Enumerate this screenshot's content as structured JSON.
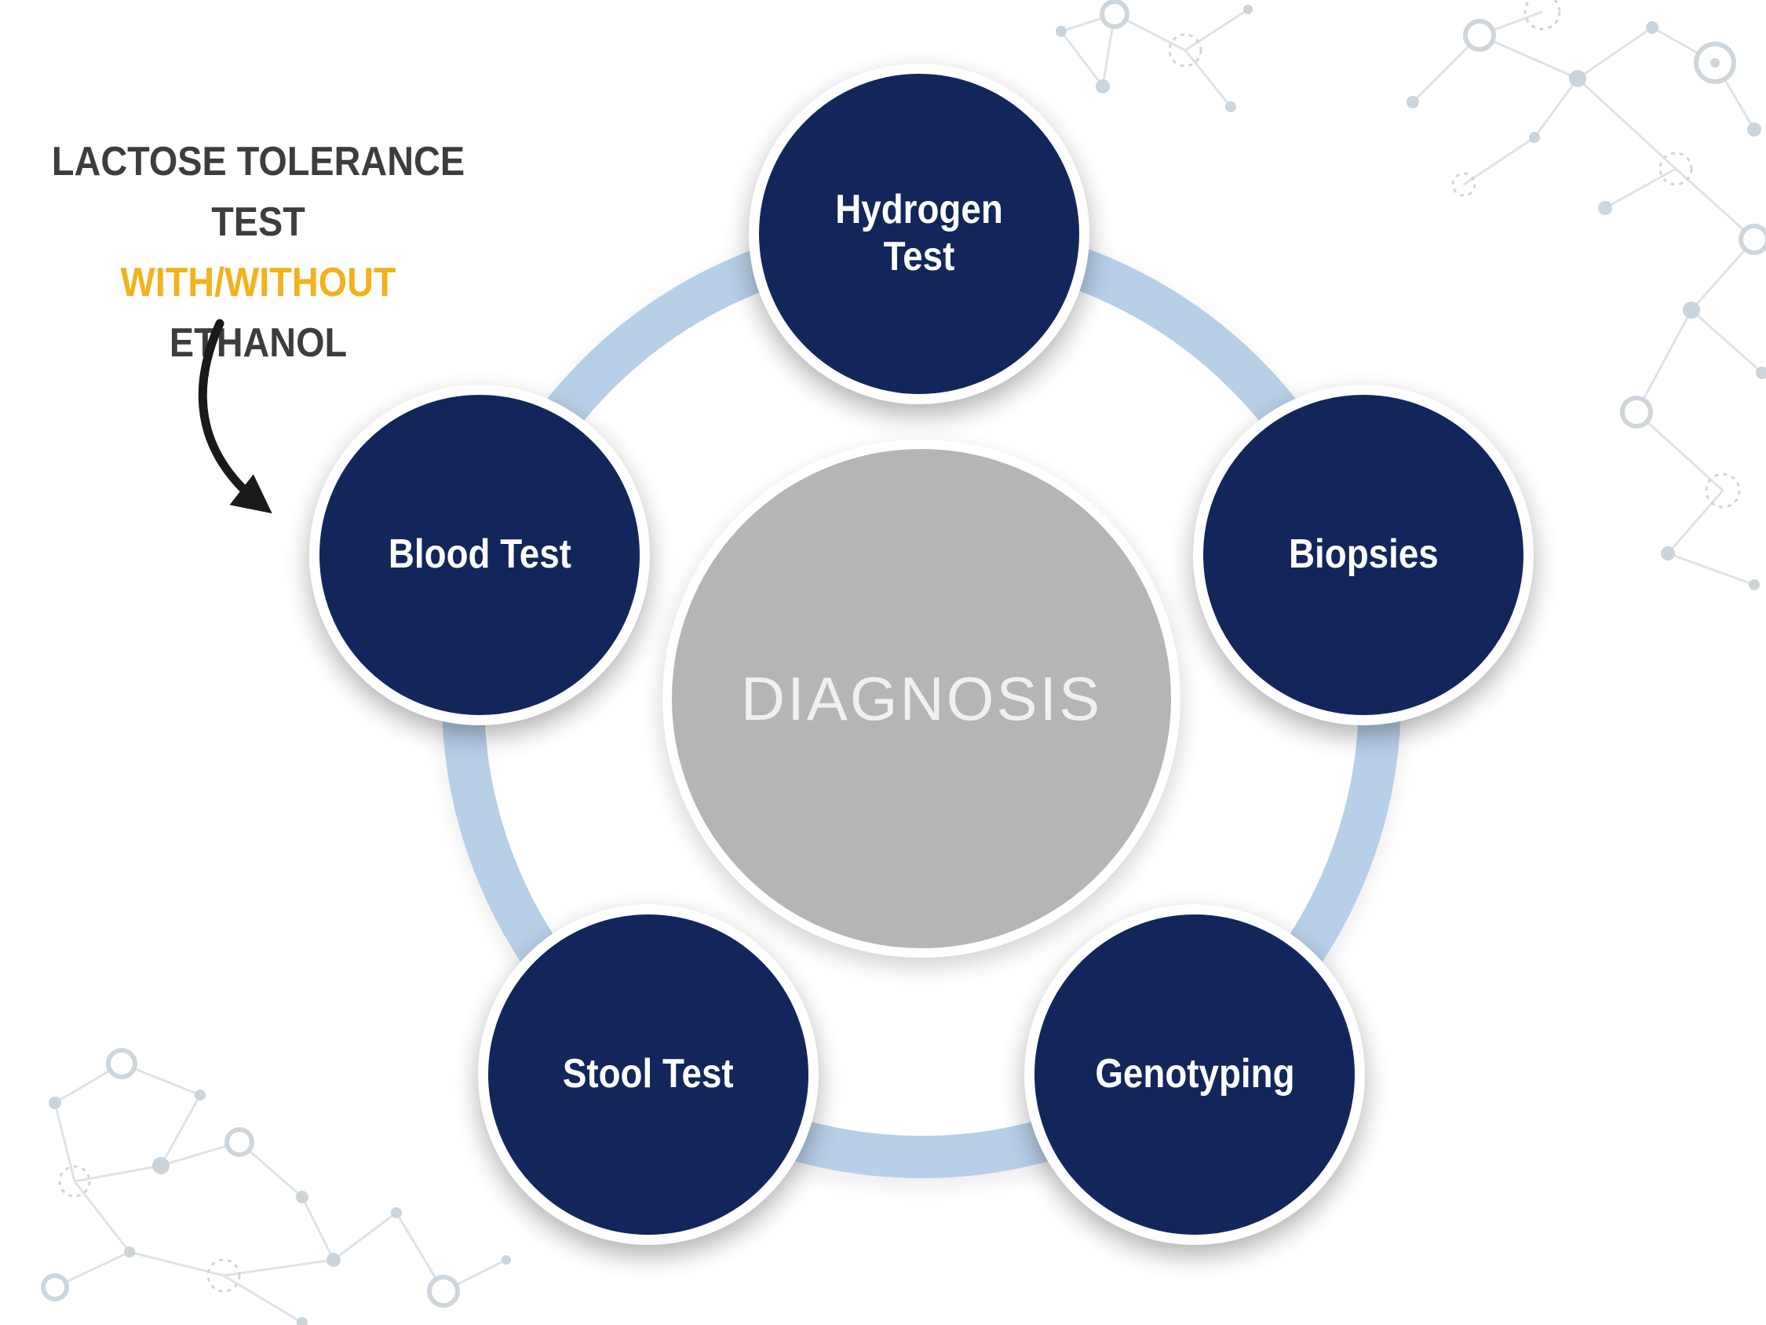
{
  "annotation": {
    "line1": "LACTOSE TOLERANCE TEST",
    "line2": "WITH/WITHOUT",
    "line3": "ETHANOL"
  },
  "center": {
    "label": "DIAGNOSIS"
  },
  "nodes": [
    {
      "label": "Hydrogen Test"
    },
    {
      "label": "Biopsies"
    },
    {
      "label": "Genotyping"
    },
    {
      "label": "Stool Test"
    },
    {
      "label": "Blood Test"
    }
  ],
  "icons": {
    "arrow": "curved-arrow-icon",
    "background": "molecule-network-pattern"
  },
  "colors": {
    "navy": "#13265c",
    "ring": "#b8cfe8",
    "gray": "#b5b5b5",
    "yellow": "#f2b21c",
    "dark": "#3d3d3d",
    "white": "#ffffff"
  }
}
